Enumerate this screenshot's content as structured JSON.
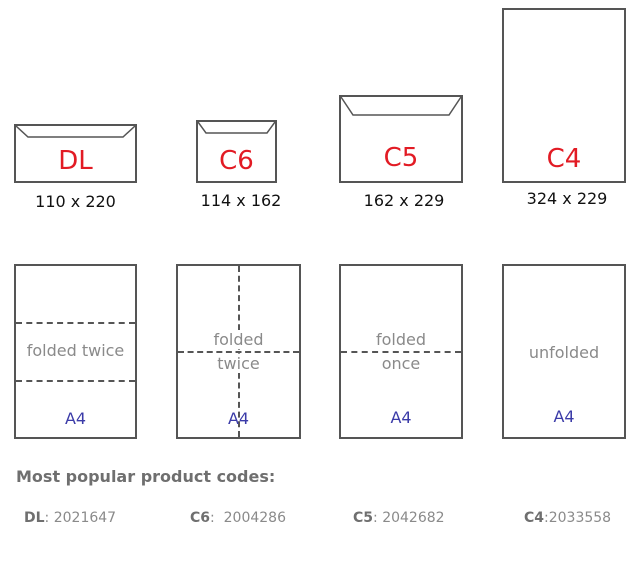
{
  "envelopes": [
    {
      "code": "DL",
      "dims": "110 x 220"
    },
    {
      "code": "C6",
      "dims": "114 x 162"
    },
    {
      "code": "C5",
      "dims": "162 x 229"
    },
    {
      "code": "C4",
      "dims": "324 x 229"
    }
  ],
  "sheets": [
    {
      "label_line1": "folded twice",
      "label_line2": "",
      "paper": "A4"
    },
    {
      "label_line1": "folded",
      "label_line2": "twice",
      "paper": "A4"
    },
    {
      "label_line1": "folded",
      "label_line2": "once",
      "paper": "A4"
    },
    {
      "label_line1": "unfolded",
      "label_line2": "",
      "paper": "A4"
    }
  ],
  "popular": {
    "title": "Most popular product codes:",
    "codes": [
      {
        "key": "DL",
        "sep": ": ",
        "value": "2021647"
      },
      {
        "key": "C6",
        "sep": ":  ",
        "value": "2004286"
      },
      {
        "key": "C5",
        "sep": ": ",
        "value": "2042682"
      },
      {
        "key": "C4",
        "sep": ":",
        "value": "2033558"
      }
    ]
  },
  "colors": {
    "code_red": "#e21b24",
    "paper_blue": "#3b3ba8",
    "label_gray": "#8a8a8a"
  }
}
